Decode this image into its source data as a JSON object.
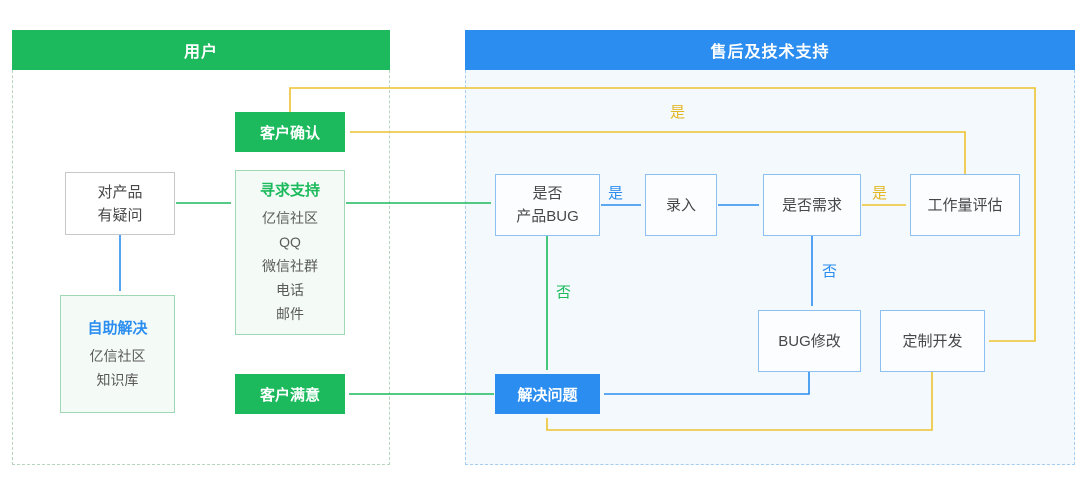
{
  "lanes": {
    "user": {
      "title": "用户"
    },
    "support": {
      "title": "售后及技术支持"
    }
  },
  "nodes": {
    "have_question": {
      "line1": "对产品",
      "line2": "有疑问"
    },
    "self_solve": {
      "title": "自助解决",
      "items": [
        "亿信社区",
        "知识库"
      ]
    },
    "customer_confirm": {
      "label": "客户确认"
    },
    "seek_support": {
      "title": "寻求支持",
      "items": [
        "亿信社区",
        "QQ",
        "微信社群",
        "电话",
        "邮件"
      ]
    },
    "customer_satisfied": {
      "label": "客户满意"
    },
    "is_product_bug": {
      "line1": "是否",
      "line2": "产品BUG"
    },
    "record": {
      "label": "录入"
    },
    "is_requirement": {
      "label": "是否需求"
    },
    "workload_eval": {
      "label": "工作量评估"
    },
    "bug_fix": {
      "label": "BUG修改"
    },
    "custom_dev": {
      "label": "定制开发"
    },
    "solve_problem": {
      "label": "解决问题"
    }
  },
  "edge_labels": {
    "bug_yes": "是",
    "bug_no": "否",
    "req_yes": "是",
    "req_no": "否",
    "confirm_yes": "是"
  },
  "edges": [
    {
      "from": "对产品有疑问",
      "to": "自助解决",
      "label": "",
      "color": "blue"
    },
    {
      "from": "对产品有疑问",
      "to": "寻求支持",
      "label": "",
      "color": "green"
    },
    {
      "from": "寻求支持",
      "to": "是否产品BUG",
      "label": "",
      "color": "green"
    },
    {
      "from": "是否产品BUG",
      "to": "录入",
      "label": "是",
      "color": "blue"
    },
    {
      "from": "录入",
      "to": "是否需求",
      "label": "",
      "color": "blue"
    },
    {
      "from": "是否需求",
      "to": "工作量评估",
      "label": "是",
      "color": "yellow"
    },
    {
      "from": "工作量评估",
      "to": "客户确认",
      "label": "",
      "color": "yellow"
    },
    {
      "from": "客户确认",
      "to": "定制开发",
      "label": "是",
      "color": "yellow"
    },
    {
      "from": "是否需求",
      "to": "BUG修改",
      "label": "否",
      "color": "blue"
    },
    {
      "from": "是否产品BUG",
      "to": "解决问题",
      "label": "否",
      "color": "green"
    },
    {
      "from": "BUG修改",
      "to": "解决问题",
      "label": "",
      "color": "blue"
    },
    {
      "from": "定制开发",
      "to": "解决问题",
      "label": "",
      "color": "yellow"
    },
    {
      "from": "解决问题",
      "to": "客户满意",
      "label": "",
      "color": "green"
    }
  ],
  "colors": {
    "green": "#1cba5c",
    "blue": "#2b8def",
    "yellow": "#edc230",
    "lane_support_bg": "#f3f9fd",
    "light_green_box": "#f4fbf7",
    "light_blue_box": "#fbfdff"
  }
}
